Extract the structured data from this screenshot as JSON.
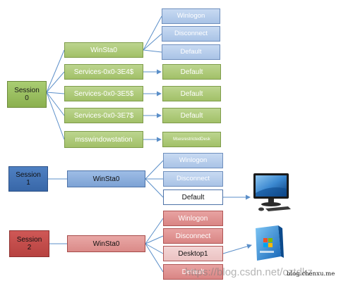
{
  "session0": {
    "label_line1": "Session",
    "label_line2": "0",
    "stations": [
      "WinSta0",
      "Services-0x0-3E4$",
      "Services-0x0-3E5$",
      "Services-0x0-3E7$",
      "msswindowstation"
    ],
    "desktops": [
      "Winlogon",
      "Disconnect",
      "Default",
      "Default",
      "Default",
      "Default",
      "MsesrestrictedDesk"
    ]
  },
  "session1": {
    "label_line1": "Session",
    "label_line2": "1",
    "station": "WinSta0",
    "desktops": [
      "Winlogon",
      "Disconnect",
      "Default"
    ]
  },
  "session2": {
    "label_line1": "Session",
    "label_line2": "2",
    "station": "WinSta0",
    "desktops": [
      "Winlogon",
      "Disconnect",
      "Desktop1",
      "Default"
    ]
  },
  "watermark": "https://blog.csdn.net/cztdkz",
  "credit": "blog.chenxu.me",
  "colors": {
    "session0": "#8bb04f",
    "session1": "#3867a8",
    "session2": "#b74240",
    "connector": "#5b8fc9"
  },
  "icons": [
    "computer-monitor-icon",
    "windows-7-box-icon"
  ]
}
